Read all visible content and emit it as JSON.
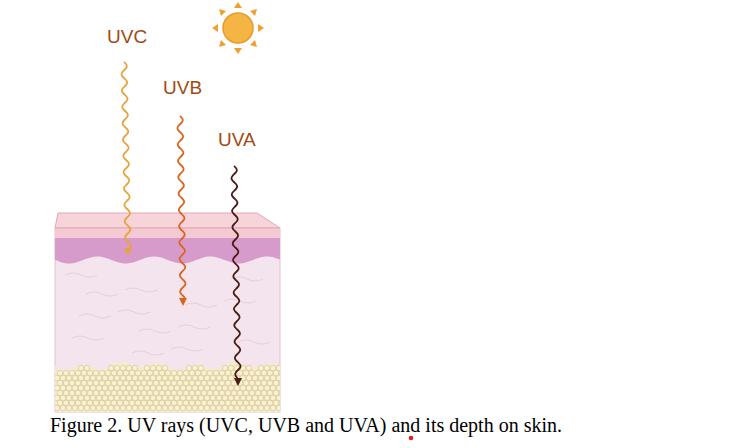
{
  "diagram": {
    "caption": "Figure 2. UV rays (UVC, UVB and UVA) and its depth on skin.",
    "labels": [
      "UVC",
      "UVB",
      "UVA"
    ]
  }
}
